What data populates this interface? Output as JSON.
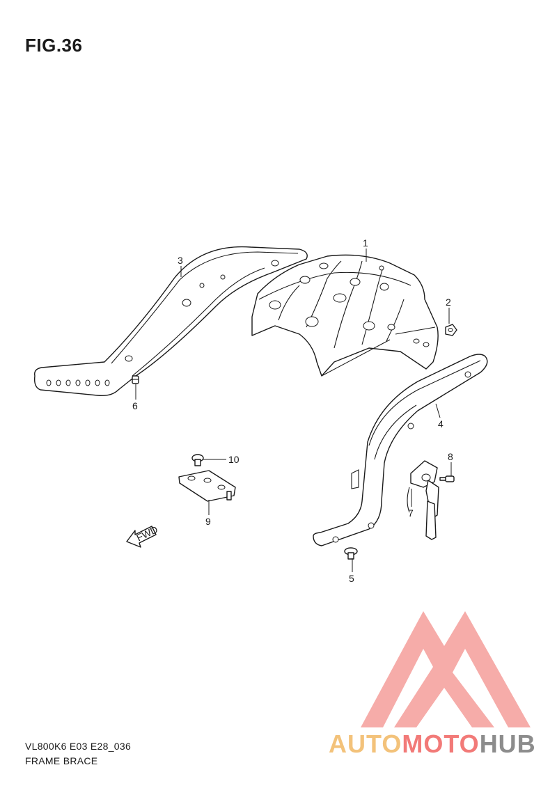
{
  "figure": {
    "title": "FIG.36",
    "code": "VL800K6 E03 E28_036",
    "name": "FRAME BRACE"
  },
  "callouts": [
    "1",
    "2",
    "3",
    "4",
    "5",
    "6",
    "7",
    "8",
    "9",
    "10"
  ],
  "fwd_label": "FWD",
  "watermark": {
    "part1": "AUTO",
    "part2": "MOTO",
    "part3": "HUB",
    "colors": {
      "auto": "#f3c27a",
      "moto": "#f27a78",
      "hub": "#8c8c8c",
      "logo": "#f5a3a0"
    }
  }
}
